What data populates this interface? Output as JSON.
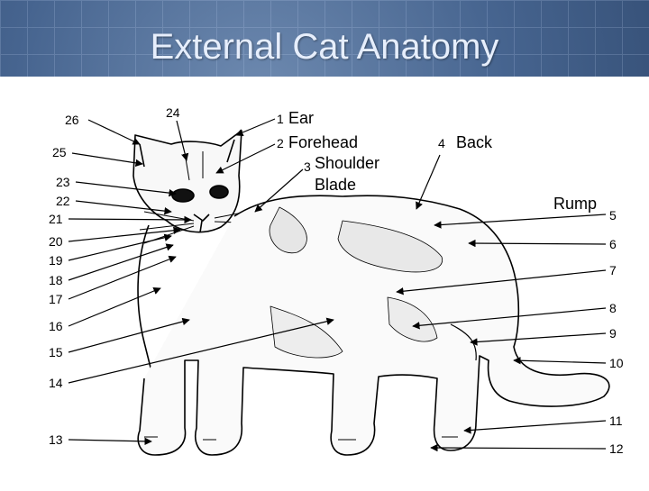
{
  "slide": {
    "title": "External Cat Anatomy",
    "accent_bg": "#46648f",
    "title_color": "#e6eefc"
  },
  "diagram": {
    "subject": "cat",
    "named_labels": [
      {
        "number": "1",
        "text": "Ear"
      },
      {
        "number": "2",
        "text": "Forehead"
      },
      {
        "number": "3",
        "text": "Shoulder Blade"
      },
      {
        "number": "4",
        "text": "Back"
      },
      {
        "number": "5",
        "text": "Rump"
      }
    ],
    "number_labels": [
      "1",
      "2",
      "3",
      "4",
      "5",
      "6",
      "7",
      "8",
      "9",
      "10",
      "11",
      "12",
      "13",
      "14",
      "15",
      "16",
      "17",
      "18",
      "19",
      "20",
      "21",
      "22",
      "23",
      "24",
      "25",
      "26"
    ]
  }
}
